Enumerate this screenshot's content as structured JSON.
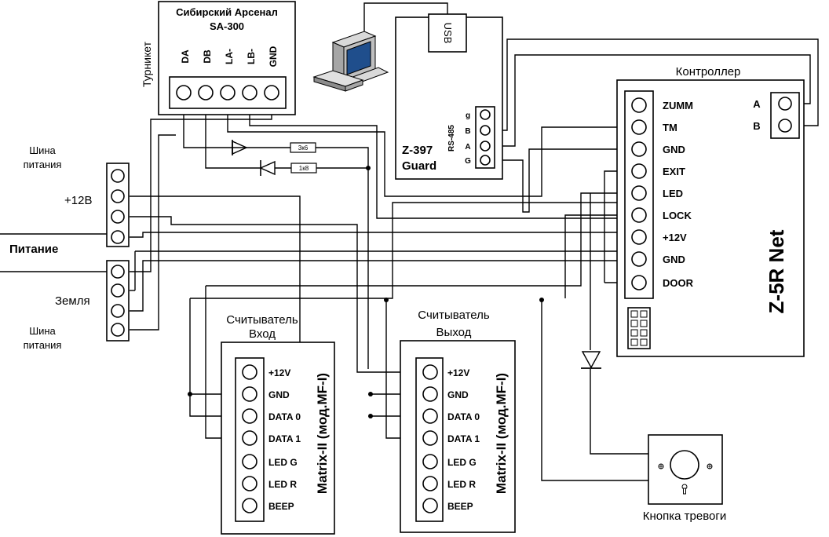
{
  "turnstile": {
    "title_line1": "Сибирский Арсенал",
    "title_line2": "SA-300",
    "side_label": "Турникет",
    "pins": [
      "DA",
      "DB",
      "LA-",
      "LB-",
      "GND"
    ]
  },
  "converter": {
    "name_line1": "Z-397",
    "name_line2": "Guard",
    "usb_label": "USB",
    "bus_label": "RS-485",
    "pins": [
      "g",
      "B",
      "A",
      "G"
    ]
  },
  "controller": {
    "title": "Контроллер",
    "model": "Z-5R Net",
    "pins": [
      "ZUMM",
      "TM",
      "GND",
      "EXIT",
      "LED",
      "LOCK",
      "+12V",
      "GND",
      "DOOR"
    ],
    "bus_pins": [
      "A",
      "B"
    ]
  },
  "power": {
    "bus_top_label_line1": "Шина",
    "bus_top_label_line2": "питания",
    "plus_label": "+12В",
    "main_label": "Питание",
    "ground_label": "Земля",
    "bus_bottom_label_line1": "Шина",
    "bus_bottom_label_line2": "питания"
  },
  "resistors": [
    "3к6",
    "1к8"
  ],
  "reader_in": {
    "title_line1": "Считыватель",
    "title_line2": "Вход",
    "model": "Matrix-II (мод.MF-I)",
    "pins": [
      "+12V",
      "GND",
      "DATA 0",
      "DATA 1",
      "LED G",
      "LED R",
      "BEEP"
    ]
  },
  "reader_out": {
    "title_line1": "Считыватель",
    "title_line2": "Выход",
    "model": "Matrix-II (мод.MF-I)",
    "pins": [
      "+12V",
      "GND",
      "DATA 0",
      "DATA 1",
      "LED G",
      "LED R",
      "BEEP"
    ]
  },
  "alarm": {
    "label": "Кнопка тревоги"
  }
}
